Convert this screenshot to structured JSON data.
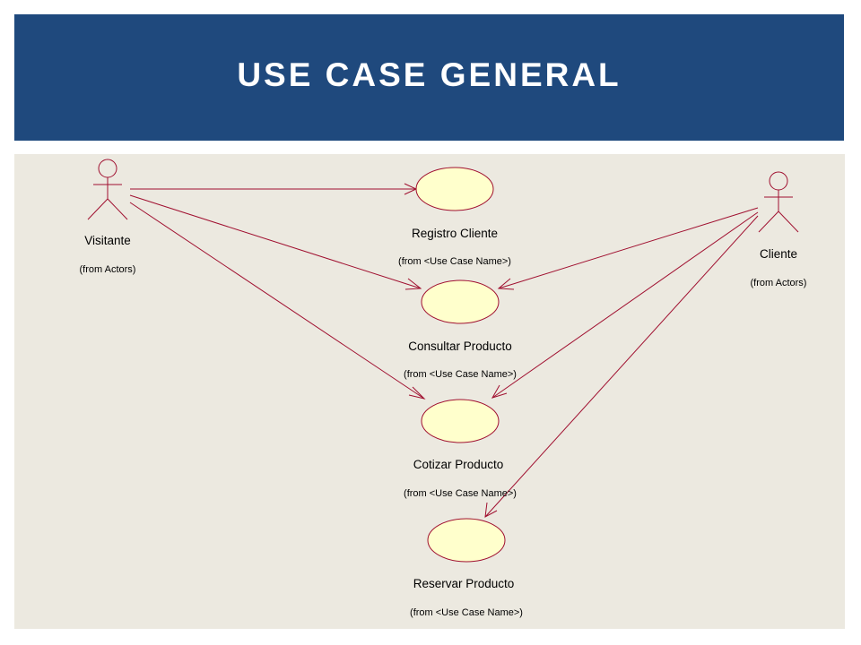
{
  "slide": {
    "title": "USE CASE GENERAL"
  },
  "colors": {
    "title_bar": "#1f497d",
    "panel": "#ece9e0",
    "line": "#a01030",
    "use_case_fill": "#ffffcc"
  },
  "actors": {
    "visitante": {
      "name": "Visitante",
      "from": "(from Actors)"
    },
    "cliente": {
      "name": "Cliente",
      "from": "(from Actors)"
    }
  },
  "use_cases": {
    "registro": {
      "name": "Registro Cliente",
      "from": "(from <Use Case Name>)"
    },
    "consultar": {
      "name": "Consultar Producto",
      "from": "(from <Use Case Name>)"
    },
    "cotizar": {
      "name": "Cotizar Producto",
      "from": "(from <Use Case Name>)"
    },
    "reservar": {
      "name": "Reservar Producto",
      "from": "(from <Use Case Name>)"
    }
  }
}
